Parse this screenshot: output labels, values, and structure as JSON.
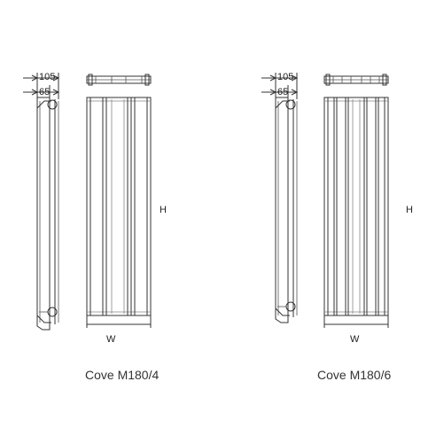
{
  "drawings": [
    {
      "model_name": "Cove M180/4",
      "columns": 4,
      "depth_outer": "105",
      "depth_inner": "65",
      "height_label": "H",
      "width_label": "W"
    },
    {
      "model_name": "Cove M180/6",
      "columns": 6,
      "depth_outer": "105",
      "depth_inner": "65",
      "height_label": "H",
      "width_label": "W"
    }
  ]
}
